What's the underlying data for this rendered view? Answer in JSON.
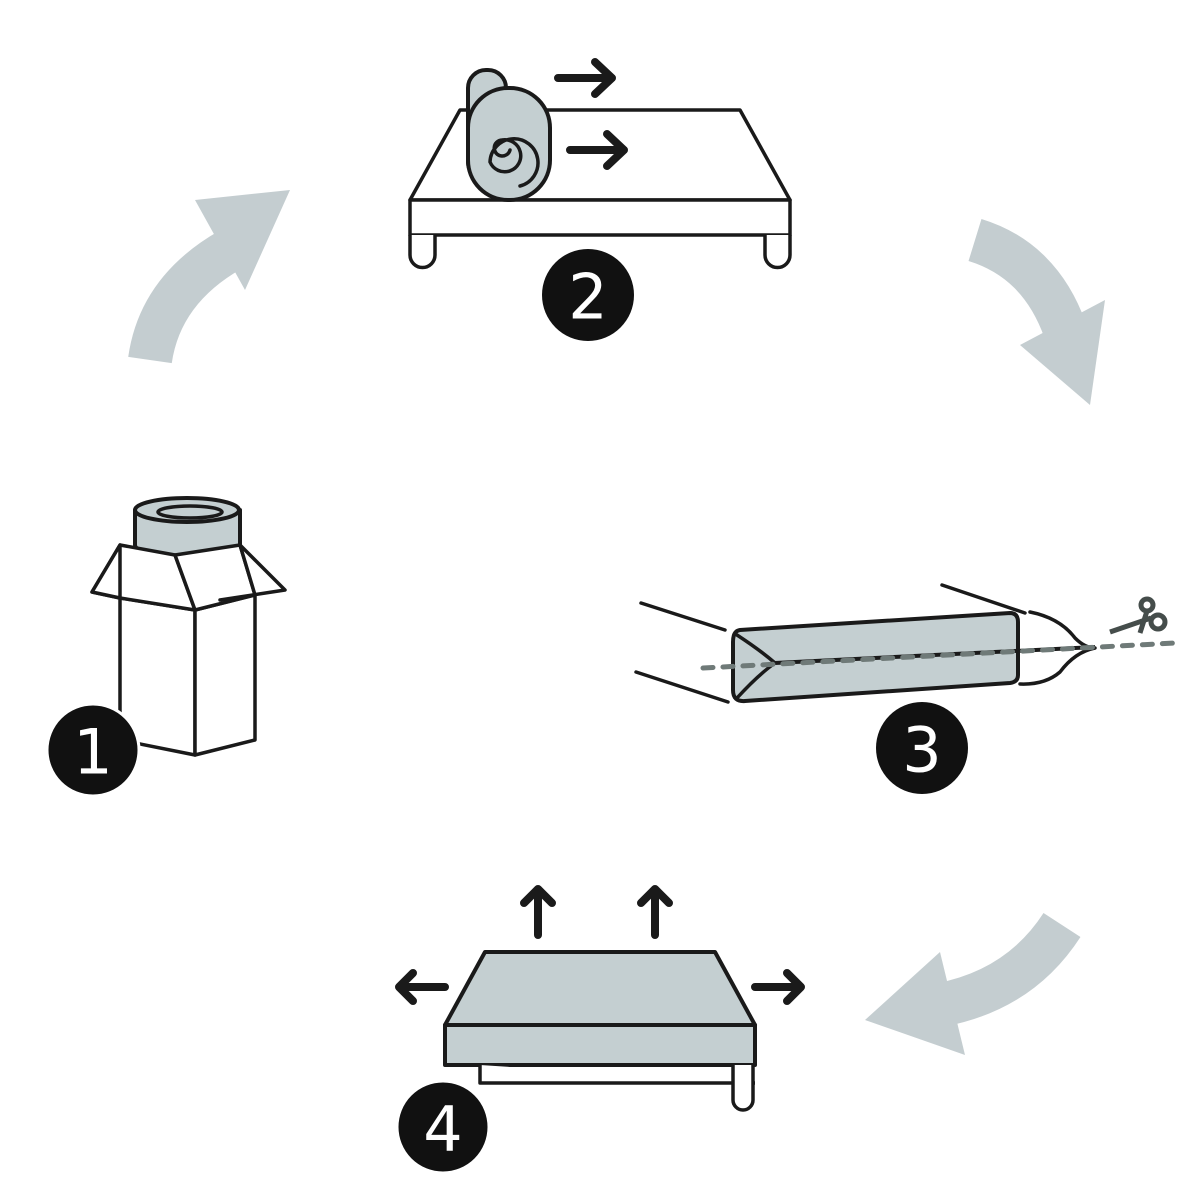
{
  "steps": [
    {
      "number": "1"
    },
    {
      "number": "2"
    },
    {
      "number": "3"
    },
    {
      "number": "4"
    }
  ],
  "colors": {
    "fill": "#c4cfd1",
    "cycle_arrow": "#c4cdd0",
    "badge": "#111111",
    "line": "#1a1a1a",
    "cut_line": "#6f7a78"
  }
}
